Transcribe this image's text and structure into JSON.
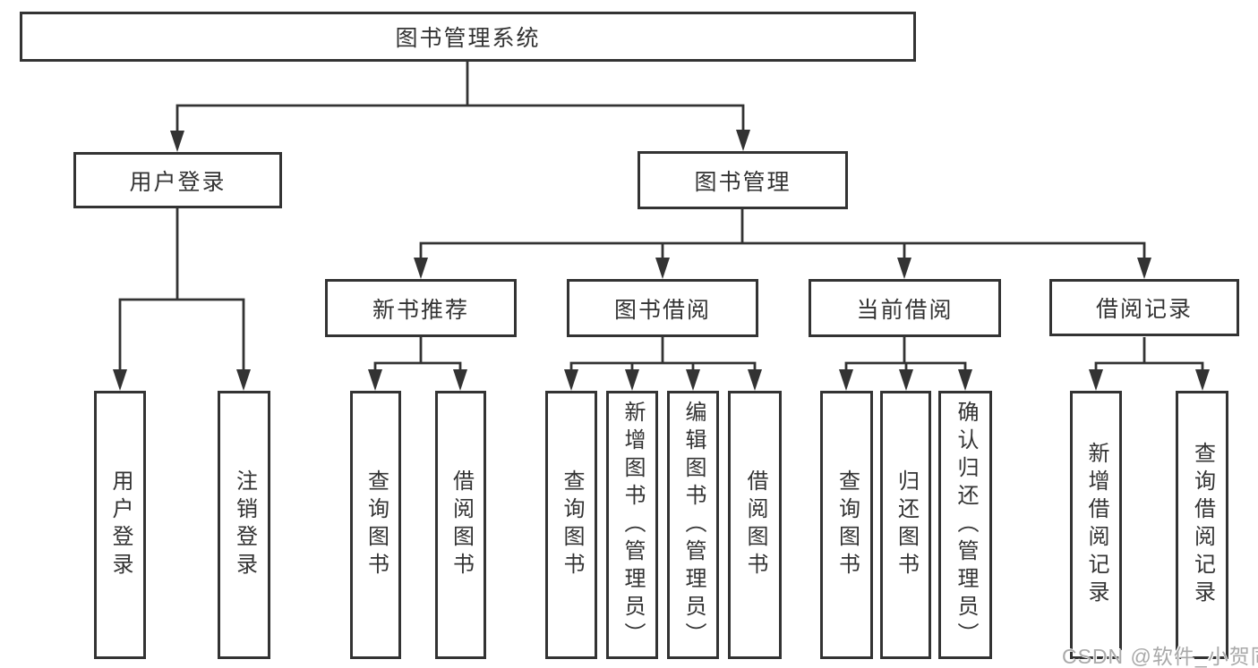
{
  "colors": {
    "line": "#333333",
    "box_border": "#333333",
    "box_fill": "#ffffff",
    "text": "#333333",
    "watermark": "#a9a9a9",
    "background": "#ffffff"
  },
  "diagram": {
    "root": {
      "label": "图书管理系统"
    },
    "branches": [
      {
        "label": "用户登录",
        "children": [
          {
            "label": "用户登录"
          },
          {
            "label": "注销登录"
          }
        ]
      },
      {
        "label": "图书管理",
        "children": [
          {
            "label": "新书推荐",
            "children": [
              {
                "label": "查询图书"
              },
              {
                "label": "借阅图书"
              }
            ]
          },
          {
            "label": "图书借阅",
            "children": [
              {
                "label": "查询图书"
              },
              {
                "label": "新增图书（管理员）"
              },
              {
                "label": "编辑图书（管理员）"
              },
              {
                "label": "借阅图书"
              }
            ]
          },
          {
            "label": "当前借阅",
            "children": [
              {
                "label": "查询图书"
              },
              {
                "label": "归还图书"
              },
              {
                "label": "确认归还（管理员）"
              }
            ]
          },
          {
            "label": "借阅记录",
            "children": [
              {
                "label": "新增借阅记录"
              },
              {
                "label": "查询借阅记录"
              }
            ]
          }
        ]
      }
    ],
    "watermark": "CSDN @软件_小贺同学"
  }
}
